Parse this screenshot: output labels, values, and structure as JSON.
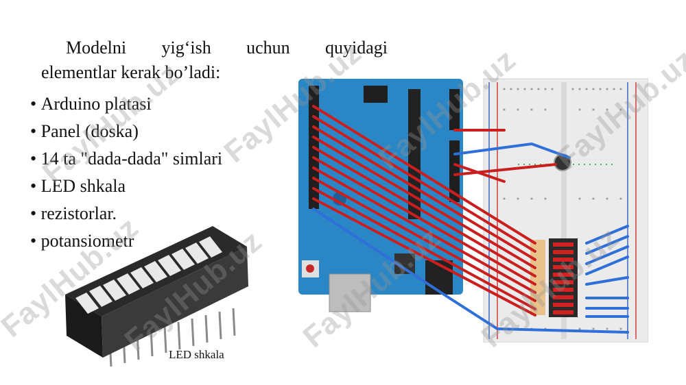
{
  "intro": {
    "words": [
      "Modelni",
      "yig‘ish",
      "uchun",
      "quyidagi"
    ],
    "line2": "elementlar kerak bo’ladi:"
  },
  "items": [
    "Arduino platasi",
    "Panel (doska)",
    "14 ta \"dada-dada\" simlari",
    "LED shkala",
    "rezistorlar.",
    "potansiometr"
  ],
  "photo": {
    "caption": "LED shkala"
  },
  "watermark": "FaylHub.uz",
  "colors": {
    "board": "#2b86c5",
    "wire_red": "#c91f1f",
    "wire_blue": "#2e6fd8",
    "breadboard": "#eeeeee"
  }
}
